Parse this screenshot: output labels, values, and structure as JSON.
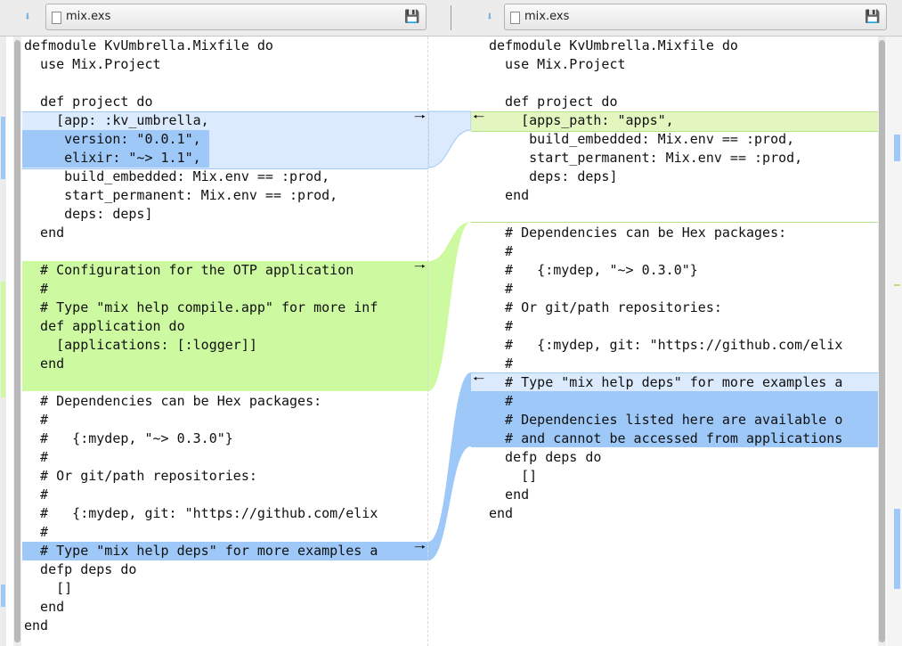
{
  "left": {
    "file_name": "mix.exs",
    "lines": [
      "defmodule KvUmbrella.Mixfile do",
      "  use Mix.Project",
      "",
      "  def project do",
      "    [app: :kv_umbrella,",
      "     version: \"0.0.1\",",
      "     elixir: \"~> 1.1\",",
      "     build_embedded: Mix.env == :prod,",
      "     start_permanent: Mix.env == :prod,",
      "     deps: deps]",
      "  end",
      "",
      "  # Configuration for the OTP application",
      "  #",
      "  # Type \"mix help compile.app\" for more inf",
      "  def application do",
      "    [applications: [:logger]]",
      "  end",
      "",
      "  # Dependencies can be Hex packages:",
      "  #",
      "  #   {:mydep, \"~> 0.3.0\"}",
      "  #",
      "  # Or git/path repositories:",
      "  #",
      "  #   {:mydep, git: \"https://github.com/elix",
      "  #",
      "  # Type \"mix help deps\" for more examples a",
      "  defp deps do",
      "    []",
      "  end",
      "end"
    ]
  },
  "right": {
    "file_name": "mix.exs",
    "lines": [
      "defmodule KvUmbrella.Mixfile do",
      "  use Mix.Project",
      "",
      "  def project do",
      "    [apps_path: \"apps\",",
      "     build_embedded: Mix.env == :prod,",
      "     start_permanent: Mix.env == :prod,",
      "     deps: deps]",
      "  end",
      "",
      "  # Dependencies can be Hex packages:",
      "  #",
      "  #   {:mydep, \"~> 0.3.0\"}",
      "  #",
      "  # Or git/path repositories:",
      "  #",
      "  #   {:mydep, git: \"https://github.com/elix",
      "  #",
      "  # Type \"mix help deps\" for more examples a",
      "  #",
      "  # Dependencies listed here are available o",
      "  # and cannot be accessed from applications",
      "  defp deps do",
      "    []",
      "  end",
      "end"
    ]
  },
  "colors": {
    "changed_bg": "#dbeafd",
    "changed_strong": "#9ec8f7",
    "inserted_bg": "#cdfaa0",
    "modified_bg": "#e3f6bf"
  },
  "icons": {
    "push_left": "push-right-arrow-icon",
    "push_right": "push-left-arrow-icon",
    "toolbar_down": "download-icon",
    "save": "save-icon",
    "file": "document-icon"
  }
}
